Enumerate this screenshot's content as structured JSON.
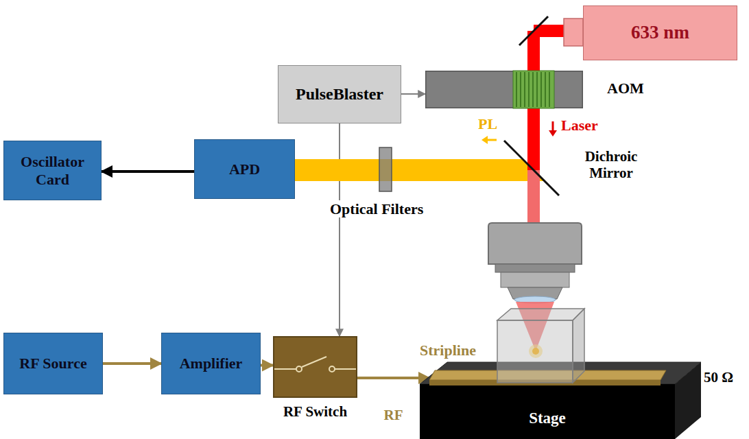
{
  "diagram": {
    "nodes": [
      {
        "text": [
          "633 nm"
        ]
      },
      {
        "text": [
          "PulseBlaster"
        ]
      },
      {
        "text": [
          "AOM"
        ]
      },
      {
        "text": [
          "Oscillator Card"
        ]
      },
      {
        "text": [
          "APD"
        ]
      },
      {
        "text": [
          "RF Source"
        ]
      },
      {
        "text": [
          "Amplifier"
        ]
      },
      {
        "text": [
          "RF Switch"
        ]
      },
      {
        "text": [
          "Stage"
        ]
      },
      {
        "text": [
          "Stripline"
        ],
        "in": 8
      }
    ],
    "edges": [
      {
        "from": 1,
        "to": 2,
        "arrow": "to"
      },
      {
        "from": 1,
        "to": 7,
        "arrow": "to"
      },
      {
        "from": 4,
        "to": 3,
        "arrow": "to"
      },
      {
        "from": 5,
        "to": 6,
        "arrow": "to"
      },
      {
        "from": 6,
        "to": 7,
        "arrow": "to"
      },
      {
        "from": 7,
        "to": 9,
        "arrow": "to",
        "label": "RF"
      }
    ],
    "labels": [
      "Laser",
      "PL",
      "Optical Filters",
      "Dichroic Mirror",
      "50 Ω"
    ]
  }
}
